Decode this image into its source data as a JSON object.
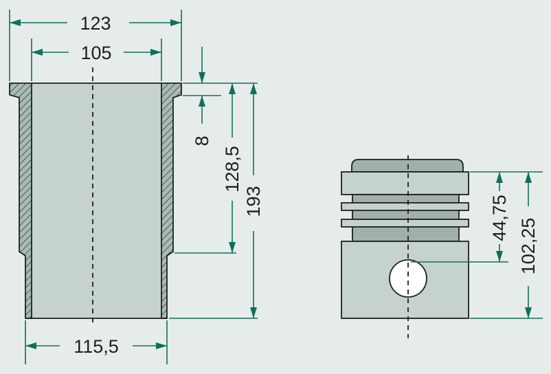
{
  "colors": {
    "background": "#e6ecea",
    "part_fill": "#c6d2cd",
    "part_dark": "#9fb1a8",
    "dimension_line": "#0f6f5c",
    "outline": "#1e1e1e"
  },
  "liner": {
    "dim_top_width": "123",
    "dim_bore": "105",
    "dim_bottom_width": "115,5",
    "dim_collar": "8",
    "dim_upper_length": "128,5",
    "dim_total_length": "193"
  },
  "piston": {
    "dim_pin_height": "44,75",
    "dim_total_height": "102,25"
  }
}
